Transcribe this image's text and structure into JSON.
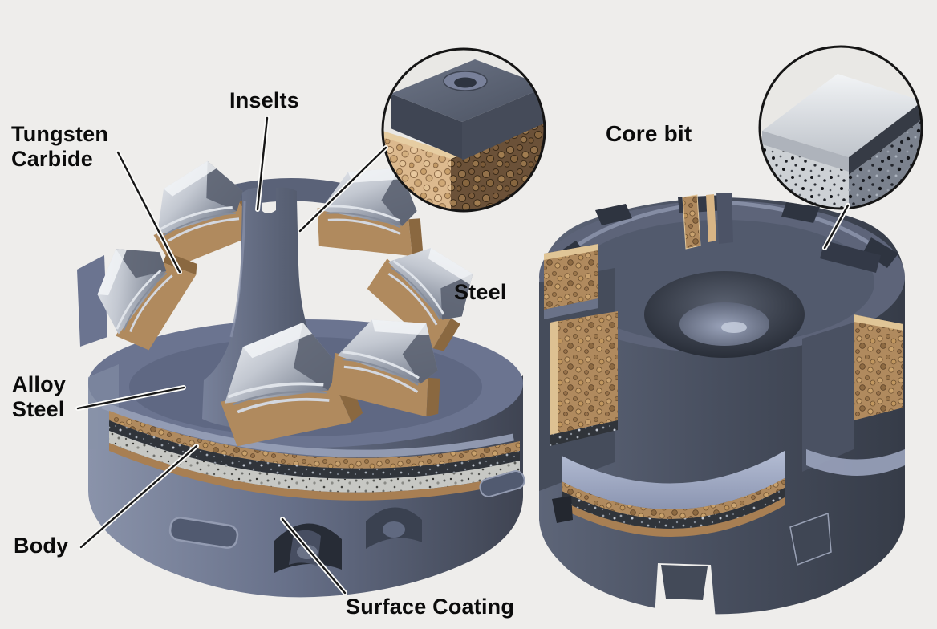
{
  "figure": {
    "background_color": "#eeedeb",
    "subject": "Cutaway diagram of a tungsten-carbide insert drill bit and a core bit"
  },
  "labels": {
    "inserts": "Inselts",
    "tungsten_carbide_line1": "Tungsten",
    "tungsten_carbide_line2": "Carbide",
    "steel": "Steel",
    "core_bit": "Core bit",
    "alloy_steel_line1": "Alloy",
    "alloy_steel_line2": "Steel",
    "body": "Body",
    "surface_coating": "Surface Coating"
  },
  "materials": {
    "left_body": "#6f7890",
    "right_body": "#454c5c",
    "cutter_steel": "#c9cdd6",
    "insert_matrix": "#b08a5e",
    "matrix_band": "#a87f53",
    "matrix_dark": "#6b5138",
    "coating_light": "#c7c8c4",
    "coating_dark": "#30343a",
    "carbide_speckle": "#cdd1d5",
    "leader_line": "#161616",
    "label_text": "#0b0b0b"
  }
}
